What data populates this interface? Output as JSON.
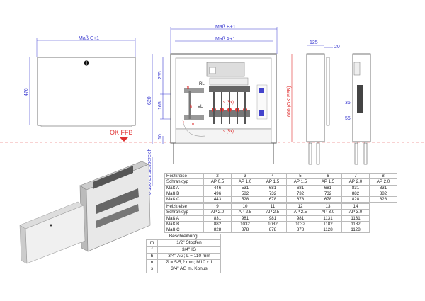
{
  "drawing": {
    "front_panel": {
      "width_label": "Maß C+1",
      "height_label": "476",
      "floor_label": "OK FFB"
    },
    "cabinet": {
      "outer_width_label": "Maß B+1",
      "inner_width_label": "Maß A+1",
      "height_label": "620",
      "upper_label": "255",
      "middle_label": "165",
      "bottom_label": "10",
      "right_label": "600 (OK FFB)",
      "adjust_label": "0-130 Einstellbereich",
      "return_label": "RL",
      "flow_label": "VL",
      "callouts": {
        "m": "m",
        "f": "f",
        "h": "h",
        "n": "n",
        "s_upper": "s (5x)",
        "s_lower": "s (5x)"
      }
    },
    "side": {
      "depth_label": "125",
      "door_label": "20",
      "offset1_label": "36",
      "offset2_label": "56"
    },
    "colors": {
      "dimension": "#3a3ad0",
      "floor_line": "#e03030"
    }
  },
  "table1": {
    "rows": [
      {
        "label": "Heizkreise",
        "values": [
          "2",
          "3",
          "4",
          "5",
          "6",
          "7",
          "8"
        ]
      },
      {
        "label": "Schranktyp",
        "values": [
          "AP 0.5",
          "AP 1.0",
          "AP 1.5",
          "AP 1.5",
          "AP 1.5",
          "AP 2.0",
          "AP 2.0"
        ]
      },
      {
        "label": "Maß A",
        "values": [
          "446",
          "531",
          "681",
          "681",
          "681",
          "831",
          "831"
        ]
      },
      {
        "label": "Maß B",
        "values": [
          "496",
          "582",
          "732",
          "732",
          "732",
          "882",
          "882"
        ]
      },
      {
        "label": "Maß C",
        "values": [
          "443",
          "528",
          "678",
          "678",
          "678",
          "828",
          "828"
        ]
      }
    ]
  },
  "table2": {
    "rows": [
      {
        "label": "Heizkreise",
        "values": [
          "9",
          "10",
          "11",
          "12",
          "13",
          "14"
        ]
      },
      {
        "label": "Schranktyp",
        "values": [
          "AP 2.0",
          "AP 2.5",
          "AP 2.5",
          "AP 2.5",
          "AP 3.0",
          "AP 3.0"
        ]
      },
      {
        "label": "Maß A",
        "values": [
          "831",
          "981",
          "981",
          "981",
          "1131",
          "1131"
        ]
      },
      {
        "label": "Maß B",
        "values": [
          "882",
          "1032",
          "1032",
          "1032",
          "1182",
          "1182"
        ]
      },
      {
        "label": "Maß C",
        "values": [
          "828",
          "878",
          "878",
          "878",
          "1128",
          "1128"
        ]
      }
    ]
  },
  "legend": {
    "title": "Beschreibung",
    "items": [
      {
        "key": "m",
        "text": "1/2\" Stopfen"
      },
      {
        "key": "f",
        "text": "3/4\" IG"
      },
      {
        "key": "h",
        "text": "3/4\" AG; L = 110 mm"
      },
      {
        "key": "n",
        "text": "Ø = 5-5,2 mm; M10 x 1"
      },
      {
        "key": "s",
        "text": "3/4\" AG m. Konus"
      }
    ]
  }
}
